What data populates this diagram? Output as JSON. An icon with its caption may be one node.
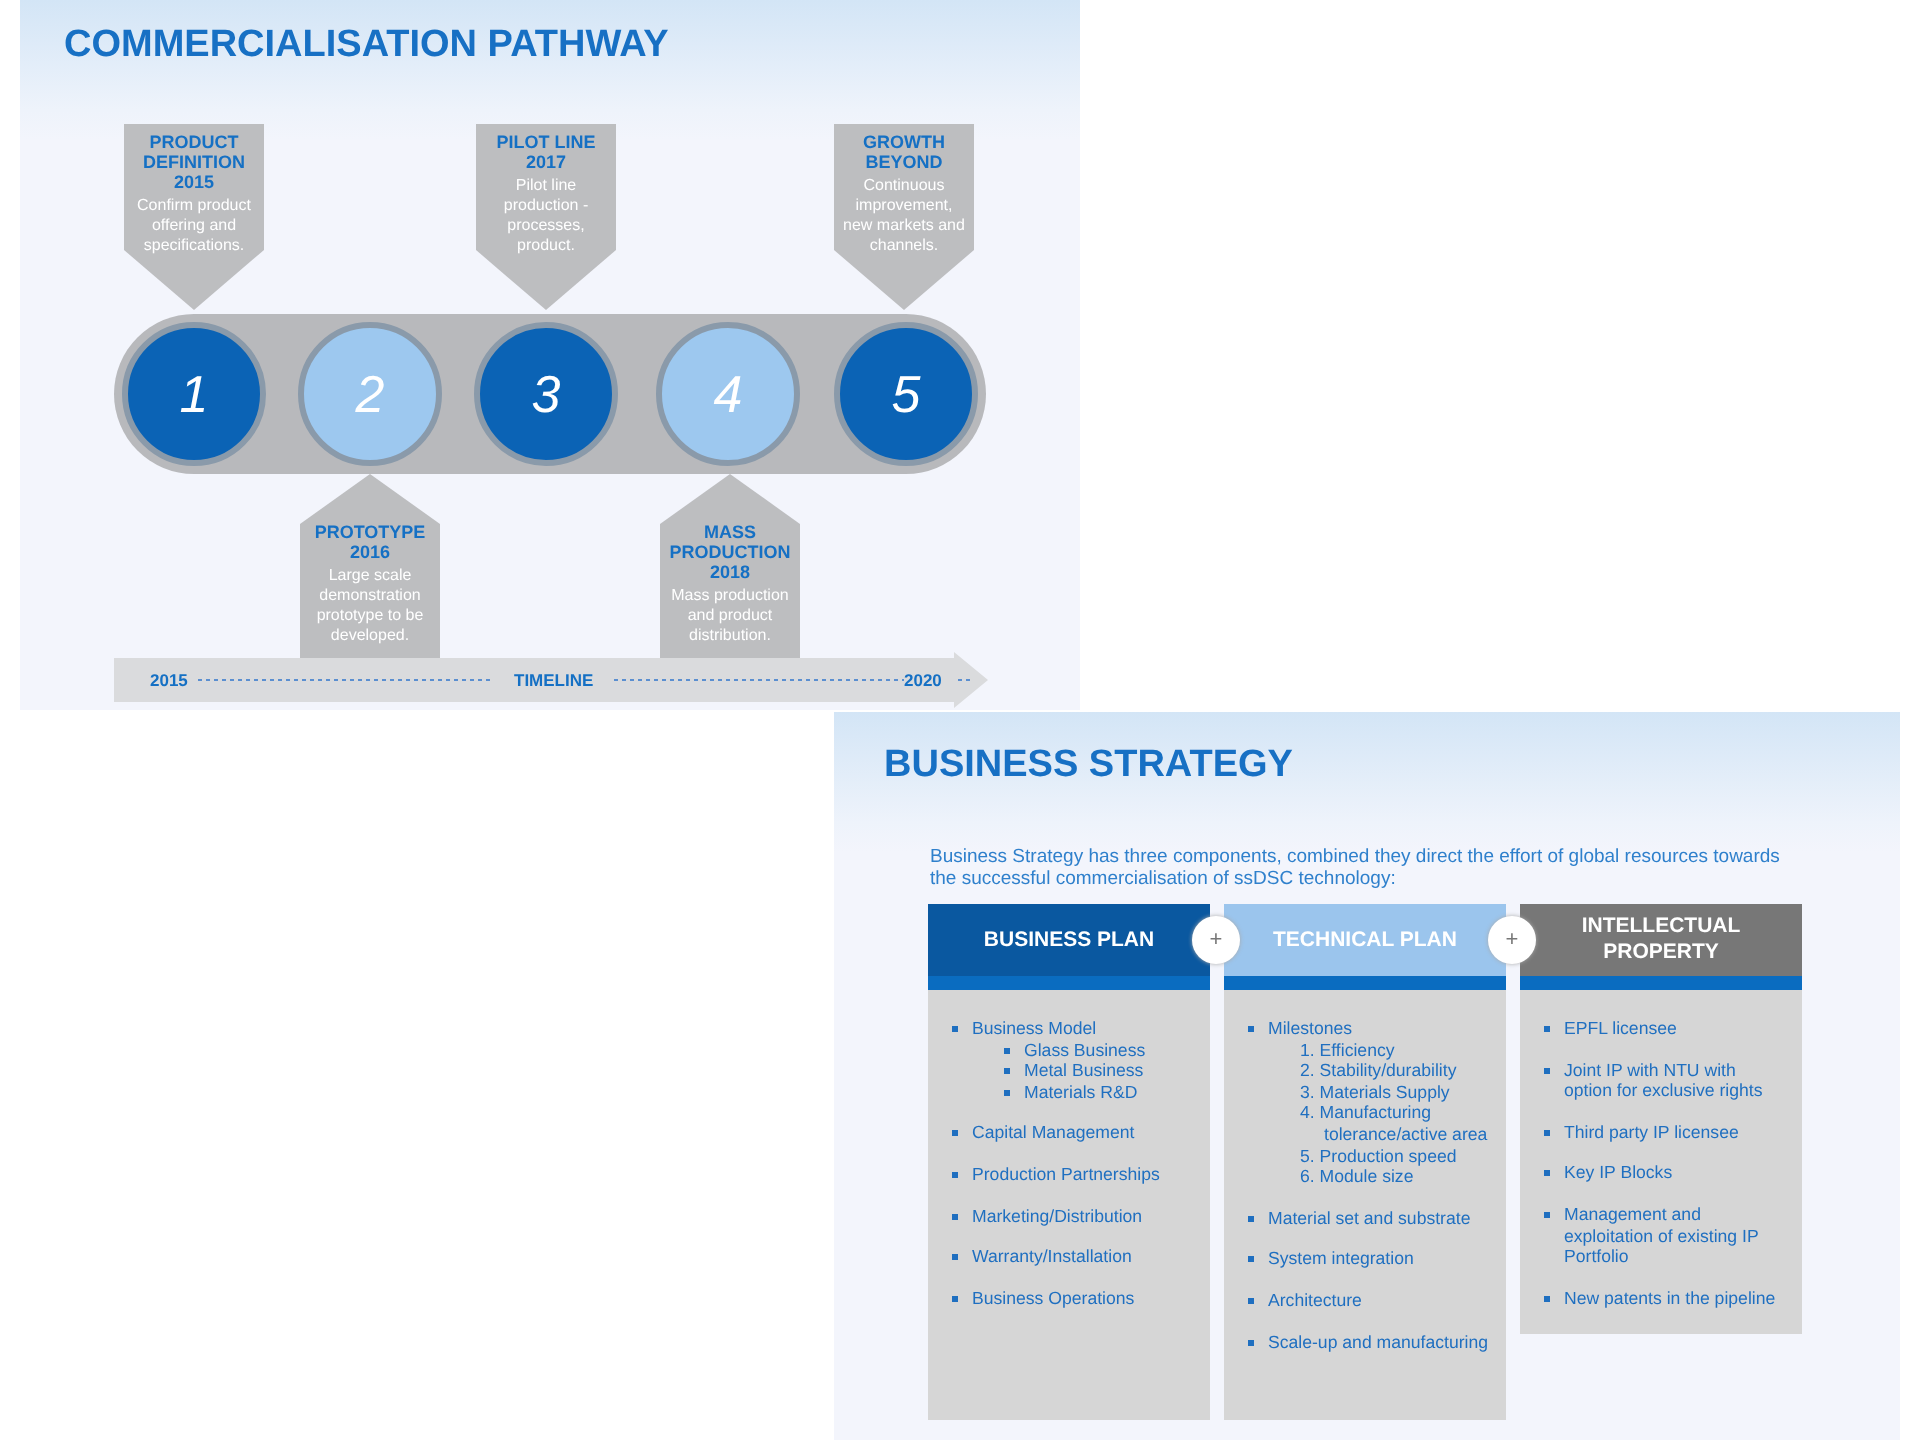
{
  "diagram": {
    "nodes": [
      {
        "text": [
          "COMMERCIALISATION PATHWAY"
        ]
      },
      {
        "text": [],
        "shape": "bar",
        "in": 0
      },
      {
        "text": [
          "1"
        ],
        "in": 1
      },
      {
        "text": [
          "2"
        ],
        "in": 1
      },
      {
        "text": [
          "3"
        ],
        "in": 1
      },
      {
        "text": [
          "4"
        ],
        "in": 1
      },
      {
        "text": [
          "5"
        ],
        "in": 1
      },
      {
        "text": [
          "PRODUCT DEFINITION 2015",
          "Confirm product offering and specifications."
        ],
        "in": 0
      },
      {
        "text": [
          "PROTOTYPE 2016",
          "Large scale demonstration prototype to be developed."
        ],
        "in": 0
      },
      {
        "text": [
          "PILOT LINE 2017",
          "Pilot line production - processes, product."
        ],
        "in": 0
      },
      {
        "text": [
          "MASS PRODUCTION 2018",
          "Mass production and product distribution."
        ],
        "in": 0
      },
      {
        "text": [
          "GROWTH BEYOND",
          "Continuous improvement, new markets and channels."
        ],
        "in": 0
      },
      {
        "text": [
          "2015",
          "TIMELINE",
          "2020"
        ],
        "in": 0
      },
      {
        "text": [
          "BUSINESS STRATEGY",
          "Business Strategy has three components, combined they direct the effort of global resources towards the successful commercialisation of ssDSC technology:"
        ]
      },
      {
        "text": [
          "BUSINESS PLAN",
          "Business Model",
          "Glass Business",
          "Metal Business",
          "Materials R&D",
          "Capital Management",
          "Production Partnerships",
          "Marketing/Distribution",
          "Warranty/Installation",
          "Business Operations"
        ],
        "in": 13
      },
      {
        "text": [
          "+"
        ],
        "in": 13
      },
      {
        "text": [
          "TECHNICAL PLAN",
          "Milestones",
          "1. Efficiency",
          "2. Stability/durability",
          "3. Materials Supply",
          "4. Manufacturing tolerance/active area",
          "5. Production speed",
          "6. Module size",
          "Material set and substrate",
          "System integration",
          "Architecture",
          "Scale-up and manufacturing"
        ],
        "in": 13
      },
      {
        "text": [
          "+"
        ],
        "in": 13
      },
      {
        "text": [
          "INTELLECTUAL PROPERTY",
          "EPFL licensee",
          "Joint IP with NTU with option for exclusive rights",
          "Third party IP licensee",
          "Key IP Blocks",
          "Management and exploitation of existing IP Portfolio",
          "New patents in the pipeline"
        ],
        "in": 13
      }
    ],
    "edges": []
  }
}
